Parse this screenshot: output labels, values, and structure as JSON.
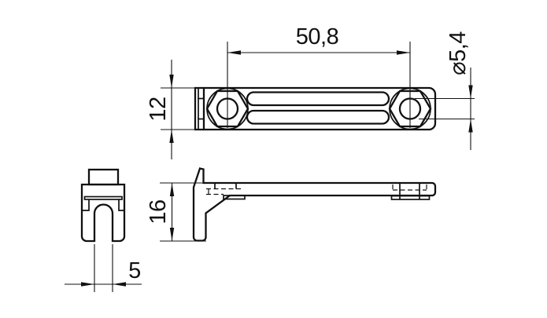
{
  "drawing": {
    "type": "technical-drawing",
    "colors": {
      "background": "#ffffff",
      "line": "#111111"
    },
    "labels": {
      "hole_spacing": "50,8",
      "plate_height": "12",
      "hole_diameter": "⌀5,4",
      "bracket_height": "16",
      "slot_width": "5"
    }
  }
}
